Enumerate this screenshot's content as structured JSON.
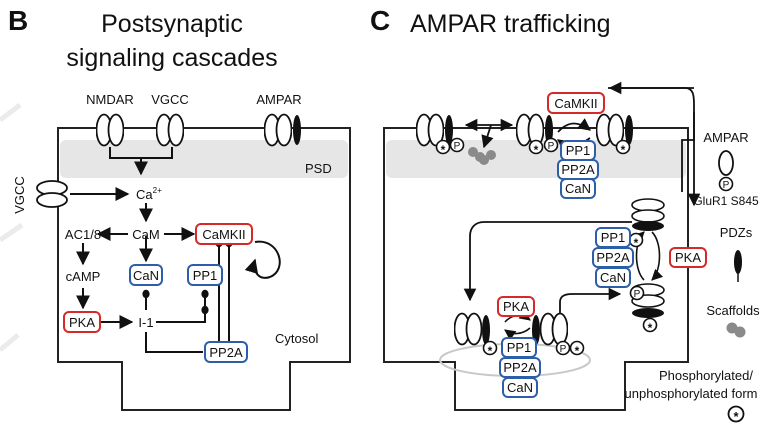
{
  "panel_b": {
    "letter": "B",
    "title_line1": "Postsynaptic",
    "title_line2": "signaling cascades",
    "receptors": {
      "nmdar": "NMDAR",
      "vgcc_top": "VGCC",
      "ampar": "AMPAR",
      "vgcc_side": "VGCC"
    },
    "psd_label": "PSD",
    "cytosol_label": "Cytosol",
    "nodes": {
      "ca": "Ca",
      "ca_sup": "2+",
      "ac18": "AC1/8",
      "cam": "CaM",
      "camkii": "CaMKII",
      "camp": "cAMP",
      "can": "CaN",
      "pp1": "PP1",
      "pka": "PKA",
      "i1": "I-1",
      "pp2a": "PP2A"
    }
  },
  "panel_c": {
    "letter": "C",
    "title": "AMPAR trafficking",
    "enzymes": {
      "camkii": "CaMKII",
      "pp1": "PP1",
      "pp2a": "PP2A",
      "can": "CaN",
      "pka": "PKA"
    },
    "p_symbol": "P",
    "star_symbol": "*",
    "legend": {
      "ampar_title": "AMPAR",
      "ampar_site": "GluR1 S845",
      "pdz_title": "PDZs",
      "scaffolds": "Scaffolds",
      "phospho_line1": "Phosphorylated/",
      "phospho_line2": "unphosphorylated form"
    }
  },
  "colors": {
    "kinase_border": "#d62a2a",
    "phosphatase_border": "#2d5fa8",
    "psd_fill": "#e6e6e6",
    "scaffold_fill": "#8a8a8a",
    "watermark": "#ebebeb"
  }
}
